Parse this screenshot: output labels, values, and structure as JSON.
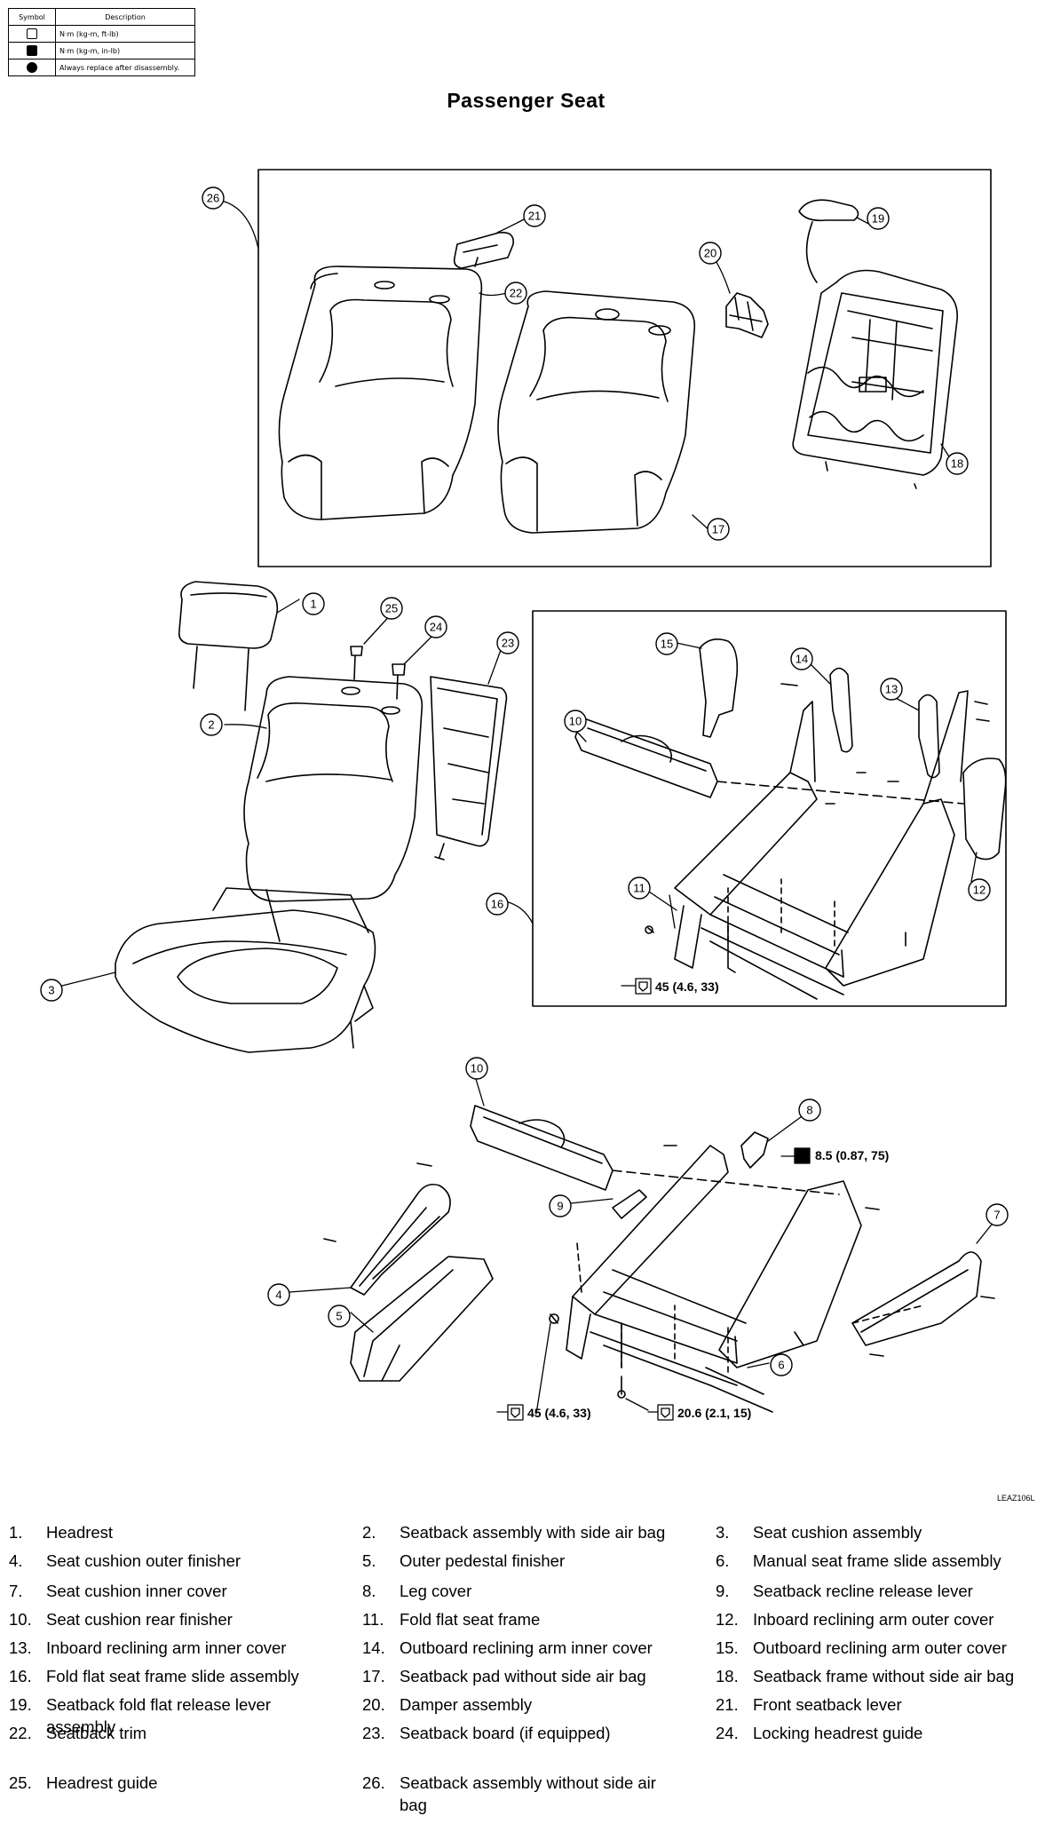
{
  "symbol_table": {
    "header_symbol": "Symbol",
    "header_description": "Description",
    "rows": [
      {
        "icon": "torque-ftlb-icon",
        "description": "N·m (kg-m, ft-lb)"
      },
      {
        "icon": "torque-inlb-icon",
        "description": "N·m (kg-m, in-lb)"
      },
      {
        "icon": "replace-icon",
        "description": "Always replace after disassembly."
      }
    ]
  },
  "title": "Passenger Seat",
  "figure_code": "LEAZ106L",
  "callouts": [
    "1",
    "2",
    "3",
    "4",
    "5",
    "6",
    "7",
    "8",
    "9",
    "10",
    "10",
    "11",
    "12",
    "13",
    "14",
    "15",
    "16",
    "17",
    "18",
    "19",
    "20",
    "21",
    "22",
    "23",
    "24",
    "25",
    "26"
  ],
  "torque_specs": {
    "t1": "45 (4.6, 33)",
    "t2": "8.5 (0.87, 75)",
    "t3": "45 (4.6, 33)",
    "t4": "20.6 (2.1, 15)"
  },
  "legend": [
    {
      "num": "1.",
      "text": "Headrest"
    },
    {
      "num": "2.",
      "text": "Seatback assembly with side air bag"
    },
    {
      "num": "3.",
      "text": "Seat cushion assembly"
    },
    {
      "num": "4.",
      "text": "Seat cushion outer finisher"
    },
    {
      "num": "5.",
      "text": "Outer pedestal finisher"
    },
    {
      "num": "6.",
      "text": "Manual seat frame slide assembly"
    },
    {
      "num": "7.",
      "text": "Seat cushion inner cover"
    },
    {
      "num": "8.",
      "text": "Leg cover"
    },
    {
      "num": "9.",
      "text": "Seatback recline release lever"
    },
    {
      "num": "10.",
      "text": "Seat cushion rear finisher"
    },
    {
      "num": "11.",
      "text": "Fold flat seat frame"
    },
    {
      "num": "12.",
      "text": "Inboard reclining arm outer cover"
    },
    {
      "num": "13.",
      "text": "Inboard reclining arm inner cover"
    },
    {
      "num": "14.",
      "text": "Outboard reclining arm inner cover"
    },
    {
      "num": "15.",
      "text": "Outboard reclining arm outer cover"
    },
    {
      "num": "16.",
      "text": "Fold flat seat frame slide assembly"
    },
    {
      "num": "17.",
      "text": "Seatback pad without side air bag"
    },
    {
      "num": "18.",
      "text": "Seatback frame without side air bag"
    },
    {
      "num": "19.",
      "text": "Seatback fold flat release lever assembly"
    },
    {
      "num": "20.",
      "text": "Damper assembly"
    },
    {
      "num": "21.",
      "text": "Front seatback lever"
    },
    {
      "num": "22.",
      "text": "Seatback trim"
    },
    {
      "num": "23.",
      "text": "Seatback board (if equipped)"
    },
    {
      "num": "24.",
      "text": "Locking headrest guide"
    },
    {
      "num": "25.",
      "text": "Headrest guide"
    },
    {
      "num": "26.",
      "text": "Seatback assembly without side air bag"
    }
  ]
}
